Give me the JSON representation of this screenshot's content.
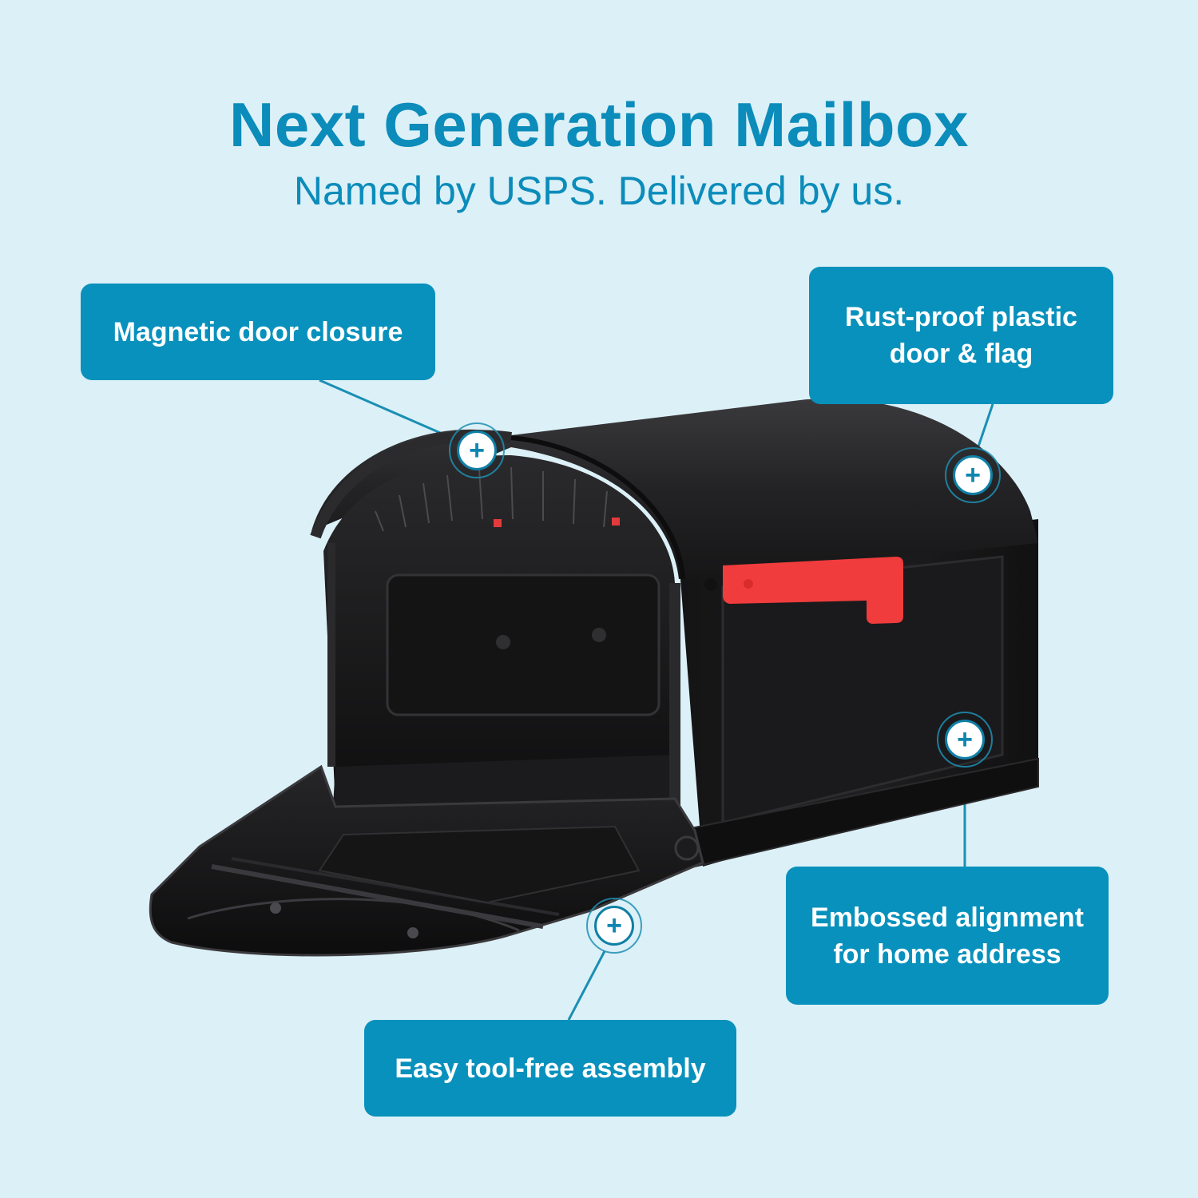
{
  "header": {
    "title": "Next Generation Mailbox",
    "subtitle": "Named by USPS. Delivered by us."
  },
  "callouts": [
    {
      "id": "magnetic",
      "label": "Magnetic door closure",
      "lines": [
        "Magnetic door closure"
      ]
    },
    {
      "id": "rust",
      "label": "Rust-proof plastic door & flag",
      "lines": [
        "Rust-proof plastic",
        "door & flag"
      ]
    },
    {
      "id": "embossed",
      "label": "Embossed alignment for home address",
      "lines": [
        "Embossed alignment",
        "for home address"
      ]
    },
    {
      "id": "easy",
      "label": "Easy tool-free assembly",
      "lines": [
        "Easy tool-free assembly"
      ]
    }
  ],
  "hotspots": [
    {
      "symbol": "+",
      "target": "magnetic"
    },
    {
      "symbol": "+",
      "target": "rust"
    },
    {
      "symbol": "+",
      "target": "embossed"
    },
    {
      "symbol": "+",
      "target": "easy"
    }
  ],
  "product": {
    "name": "mailbox",
    "body_color": "#1b1b1d",
    "flag_color": "#f03c3c"
  },
  "colors": {
    "background": "#dcf0f7",
    "accent": "#0891bc",
    "title": "#0b8cba",
    "callout_text": "#ffffff"
  }
}
